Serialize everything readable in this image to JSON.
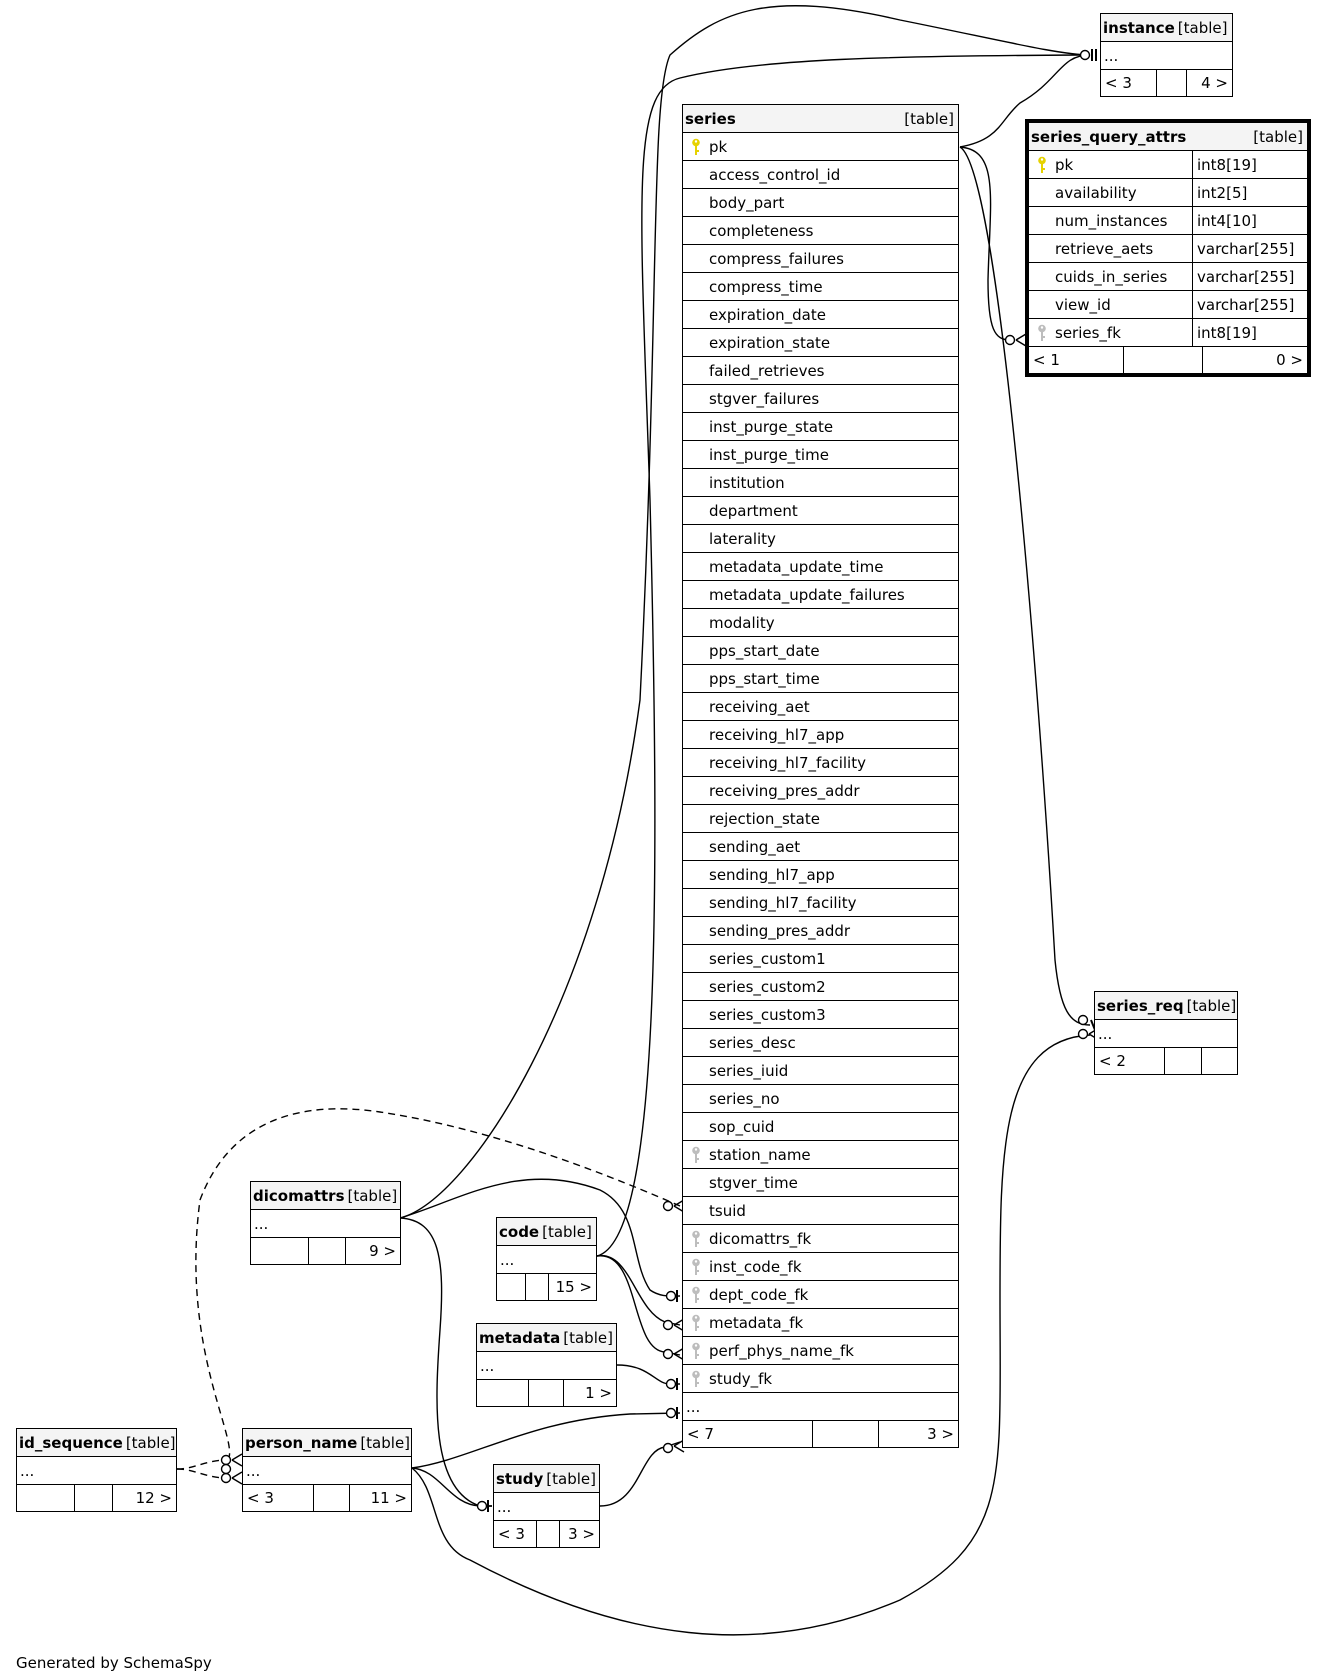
{
  "table_type": "[table]",
  "tables": {
    "instance": {
      "name": "instance",
      "ellipsis": "...",
      "foot": [
        "< 3",
        "",
        "4 >"
      ]
    },
    "series": {
      "name": "series",
      "columns": [
        {
          "name": "pk",
          "key": "pk"
        },
        {
          "name": "access_control_id",
          "key": ""
        },
        {
          "name": "body_part",
          "key": ""
        },
        {
          "name": "completeness",
          "key": ""
        },
        {
          "name": "compress_failures",
          "key": ""
        },
        {
          "name": "compress_time",
          "key": ""
        },
        {
          "name": "expiration_date",
          "key": ""
        },
        {
          "name": "expiration_state",
          "key": ""
        },
        {
          "name": "failed_retrieves",
          "key": ""
        },
        {
          "name": "stgver_failures",
          "key": ""
        },
        {
          "name": "inst_purge_state",
          "key": ""
        },
        {
          "name": "inst_purge_time",
          "key": ""
        },
        {
          "name": "institution",
          "key": ""
        },
        {
          "name": "department",
          "key": ""
        },
        {
          "name": "laterality",
          "key": ""
        },
        {
          "name": "metadata_update_time",
          "key": ""
        },
        {
          "name": "metadata_update_failures",
          "key": ""
        },
        {
          "name": "modality",
          "key": ""
        },
        {
          "name": "pps_start_date",
          "key": ""
        },
        {
          "name": "pps_start_time",
          "key": ""
        },
        {
          "name": "receiving_aet",
          "key": ""
        },
        {
          "name": "receiving_hl7_app",
          "key": ""
        },
        {
          "name": "receiving_hl7_facility",
          "key": ""
        },
        {
          "name": "receiving_pres_addr",
          "key": ""
        },
        {
          "name": "rejection_state",
          "key": ""
        },
        {
          "name": "sending_aet",
          "key": ""
        },
        {
          "name": "sending_hl7_app",
          "key": ""
        },
        {
          "name": "sending_hl7_facility",
          "key": ""
        },
        {
          "name": "sending_pres_addr",
          "key": ""
        },
        {
          "name": "series_custom1",
          "key": ""
        },
        {
          "name": "series_custom2",
          "key": ""
        },
        {
          "name": "series_custom3",
          "key": ""
        },
        {
          "name": "series_desc",
          "key": ""
        },
        {
          "name": "series_iuid",
          "key": ""
        },
        {
          "name": "series_no",
          "key": ""
        },
        {
          "name": "sop_cuid",
          "key": ""
        },
        {
          "name": "station_name",
          "key": "fk"
        },
        {
          "name": "stgver_time",
          "key": ""
        },
        {
          "name": "tsuid",
          "key": ""
        },
        {
          "name": "dicomattrs_fk",
          "key": "fk"
        },
        {
          "name": "inst_code_fk",
          "key": "fk"
        },
        {
          "name": "dept_code_fk",
          "key": "fk"
        },
        {
          "name": "metadata_fk",
          "key": "fk"
        },
        {
          "name": "perf_phys_name_fk",
          "key": "fk"
        },
        {
          "name": "study_fk",
          "key": "fk"
        }
      ],
      "ellipsis": "...",
      "foot": [
        "< 7",
        "",
        "3 >"
      ]
    },
    "series_query_attrs": {
      "name": "series_query_attrs",
      "columns": [
        {
          "name": "pk",
          "type": "int8[19]",
          "key": "pk"
        },
        {
          "name": "availability",
          "type": "int2[5]",
          "key": ""
        },
        {
          "name": "num_instances",
          "type": "int4[10]",
          "key": ""
        },
        {
          "name": "retrieve_aets",
          "type": "varchar[255]",
          "key": ""
        },
        {
          "name": "cuids_in_series",
          "type": "varchar[255]",
          "key": ""
        },
        {
          "name": "view_id",
          "type": "varchar[255]",
          "key": ""
        },
        {
          "name": "series_fk",
          "type": "int8[19]",
          "key": "fk"
        }
      ],
      "foot": [
        "< 1",
        "",
        "0 >"
      ]
    },
    "series_req": {
      "name": "series_req",
      "ellipsis": "...",
      "foot": [
        "< 2",
        "",
        ""
      ]
    },
    "dicomattrs": {
      "name": "dicomattrs",
      "ellipsis": "...",
      "foot": [
        "",
        "",
        "9 >"
      ]
    },
    "code": {
      "name": "code",
      "ellipsis": "...",
      "foot": [
        "",
        "",
        "15 >"
      ]
    },
    "metadata": {
      "name": "metadata",
      "ellipsis": "...",
      "foot": [
        "",
        "",
        "1 >"
      ]
    },
    "id_sequence": {
      "name": "id_sequence",
      "ellipsis": "...",
      "foot": [
        "",
        "",
        "12 >"
      ]
    },
    "person_name": {
      "name": "person_name",
      "ellipsis": "...",
      "foot": [
        "< 3",
        "",
        "11 >"
      ]
    },
    "study": {
      "name": "study",
      "ellipsis": "...",
      "foot": [
        "< 3",
        "",
        "3 >"
      ]
    }
  },
  "footer": "Generated by SchemaSpy",
  "colors": {
    "pk_key": "#e6d200",
    "fk_key": "#bdbdbd",
    "header_bg": "#f4f4f4",
    "line": "#000000"
  }
}
